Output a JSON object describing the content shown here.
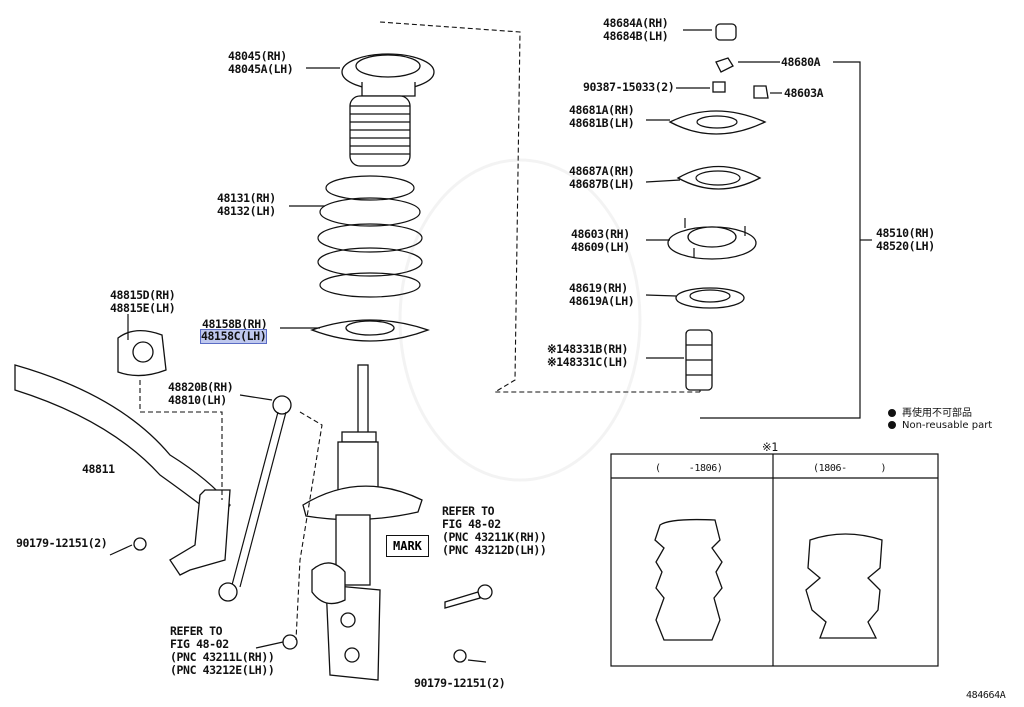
{
  "labels": {
    "p48045": "48045(RH)\n48045A(LH)",
    "p48131": "48131(RH)\n48132(LH)",
    "p48815": "48815D(RH)\n48815E(LH)",
    "p48158": "48158B(RH)",
    "p48158c": "48158C(LH)",
    "p48820": "48820B(RH)\n48810(LH)",
    "p48811": "48811",
    "p90179a": "90179-12151(2)",
    "p90179b": "90179-12151(2)",
    "ref_knuckle": "REFER TO\nFIG 48-02\n(PNC 43211L(RH))\n(PNC 43212E(LH))",
    "ref_bolt": "REFER TO\nFIG 48-02\n(PNC 43211K(RH))\n(PNC 43212D(LH))",
    "mark": "MARK",
    "p48684": "48684A(RH)\n48684B(LH)",
    "p48680": "48680A",
    "p90387": "90387-15033(2)",
    "p48603a": "48603A",
    "p48681": "48681A(RH)\n48681B(LH)",
    "p48687": "48687A(RH)\n48687B(LH)",
    "p48603": "48603(RH)\n48609(LH)",
    "p48619": "48619(RH)\n48619A(LH)",
    "p48331": "※148331B(RH)\n※148331C(LH)",
    "p48510": "48510(RH)\n48520(LH)",
    "diagram_id": "484664A"
  },
  "legend": {
    "items": [
      {
        "text": "再使用不可部品"
      },
      {
        "text": "Non-reusable part"
      }
    ]
  },
  "inset": {
    "title": "※1",
    "col1": "(     -1806)",
    "col2": "(1806-      )"
  }
}
